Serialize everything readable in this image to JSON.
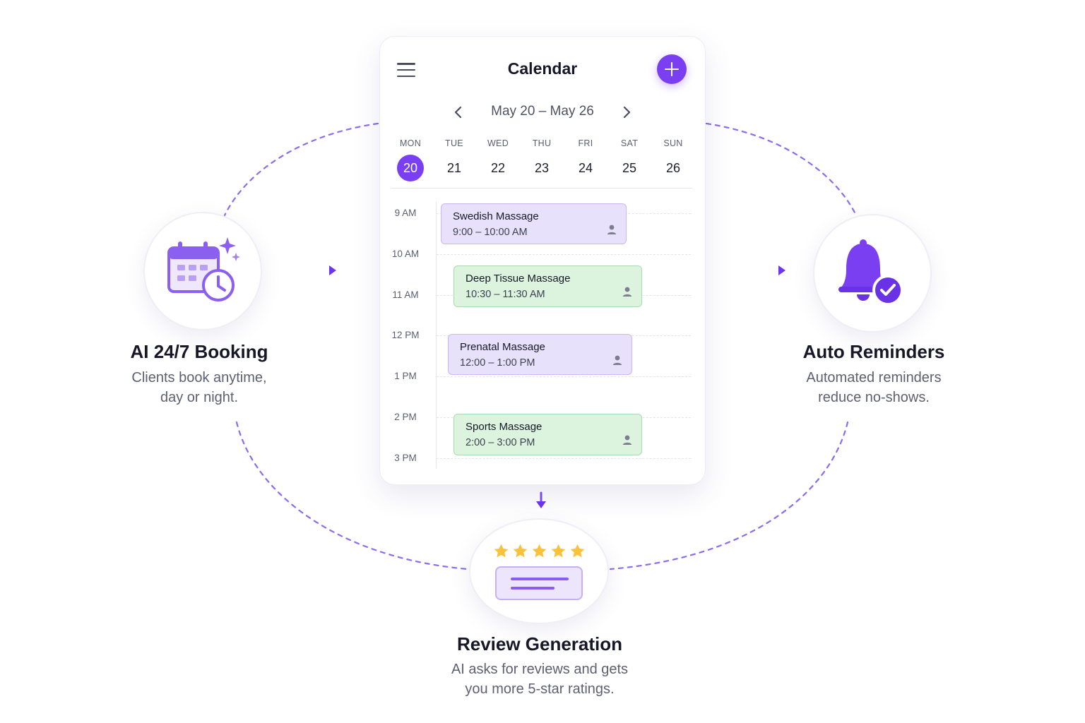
{
  "colors": {
    "accent": "#7b3ff2",
    "event_purple": "#e8e1fb",
    "event_green": "#dcf3de",
    "star": "#f9c23c",
    "ring": "#8a6cf0"
  },
  "calendar": {
    "title": "Calendar",
    "date_range": "May 20 – May 26",
    "days": [
      {
        "name": "MON",
        "num": "20",
        "selected": true
      },
      {
        "name": "TUE",
        "num": "21",
        "selected": false
      },
      {
        "name": "WED",
        "num": "22",
        "selected": false
      },
      {
        "name": "THU",
        "num": "23",
        "selected": false
      },
      {
        "name": "FRI",
        "num": "24",
        "selected": false
      },
      {
        "name": "SAT",
        "num": "25",
        "selected": false
      },
      {
        "name": "SUN",
        "num": "26",
        "selected": false
      }
    ],
    "hours": [
      "9 AM",
      "10 AM",
      "11 AM",
      "12 PM",
      "1 PM",
      "2 PM",
      "3 PM"
    ],
    "events": [
      {
        "name": "Swedish Massage",
        "time": "9:00 – 10:00 AM",
        "color": "purple",
        "icon": "person-icon"
      },
      {
        "name": "Deep Tissue Massage",
        "time": "10:30 – 11:30 AM",
        "color": "green",
        "icon": "person-icon"
      },
      {
        "name": "Prenatal Massage",
        "time": "12:00 – 1:00 PM",
        "color": "purple",
        "icon": "person-icon"
      },
      {
        "name": "Sports Massage",
        "time": "2:00 – 3:00 PM",
        "color": "green",
        "icon": "person-icon"
      }
    ]
  },
  "features": {
    "booking": {
      "title": "AI 24/7 Booking",
      "desc_line1": "Clients book anytime,",
      "desc_line2": "day or night.",
      "icon": "calendar-clock-sparkle-icon"
    },
    "reminders": {
      "title": "Auto Reminders",
      "desc_line1": "Automated reminders",
      "desc_line2": "reduce no-shows.",
      "icon": "bell-check-icon"
    },
    "reviews": {
      "title": "Review Generation",
      "desc_line1": "AI asks for reviews and gets",
      "desc_line2": "you more 5-star ratings.",
      "icon": "star-rating-icon",
      "stars": 5
    }
  }
}
